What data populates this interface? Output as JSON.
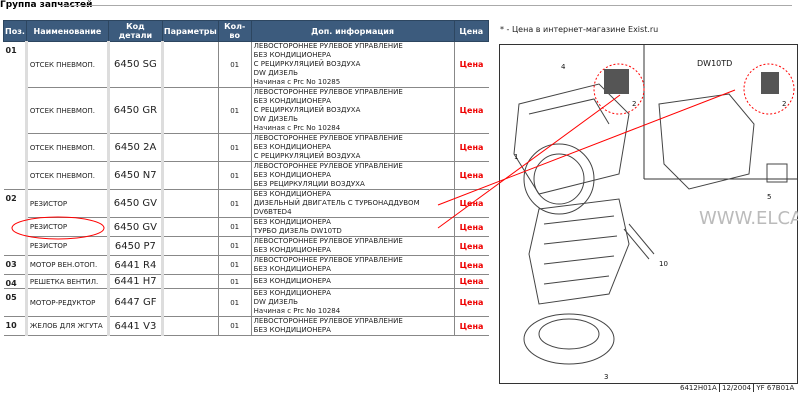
{
  "group_title": "Группа запчастей",
  "headers": [
    "Поз.",
    "Наименование",
    "Код детали",
    "Параметры",
    "Кол-во",
    "Доп. информация",
    "Цена"
  ],
  "rows": [
    {
      "pos": "01",
      "name": "ОТСЕК ПНЕВМОП.",
      "code": "6450 SG",
      "params": "",
      "qty": "01",
      "info": [
        "ЛЕВОСТОРОННЕЕ РУЛЕВОЕ УПРАВЛЕНИЕ",
        "БЕЗ КОНДИЦИОНЕРА",
        "С РЕЦИРКУЛЯЦИЕЙ ВОЗДУХА",
        "DW ДИЗЕЛЬ",
        "Начиная с Prc No 10285"
      ],
      "price": "Цена"
    },
    {
      "pos": "",
      "name": "ОТСЕК ПНЕВМОП.",
      "code": "6450 GR",
      "params": "",
      "qty": "01",
      "info": [
        "ЛЕВОСТОРОННЕЕ РУЛЕВОЕ УПРАВЛЕНИЕ",
        "БЕЗ КОНДИЦИОНЕРА",
        "С РЕЦИРКУЛЯЦИЕЙ ВОЗДУХА",
        "DW ДИЗЕЛЬ",
        "Начиная с Prc No 10284"
      ],
      "price": "Цена"
    },
    {
      "pos": "",
      "name": "ОТСЕК ПНЕВМОП.",
      "code": "6450 2A",
      "params": "",
      "qty": "01",
      "info": [
        "ЛЕВОСТОРОННЕЕ РУЛЕВОЕ УПРАВЛЕНИЕ",
        "БЕЗ КОНДИЦИОНЕРА",
        "С РЕЦИРКУЛЯЦИЕЙ ВОЗДУХА"
      ],
      "price": "Цена"
    },
    {
      "pos": "",
      "name": "ОТСЕК ПНЕВМОП.",
      "code": "6450 N7",
      "params": "",
      "qty": "01",
      "info": [
        "ЛЕВОСТОРОННЕЕ РУЛЕВОЕ УПРАВЛЕНИЕ",
        "БЕЗ КОНДИЦИОНЕРА",
        "БЕЗ РЕЦИРКУЛЯЦИИ ВОЗДУХА"
      ],
      "price": "Цена"
    },
    {
      "pos": "02",
      "name": "РЕЗИСТОР",
      "code": "6450 GV",
      "params": "",
      "qty": "01",
      "info": [
        "БЕЗ КОНДИЦИОНЕРА",
        "ДИЗЕЛЬНЫЙ ДВИГАТЕЛЬ С ТУРБОНАДДУВОМ DV6BTED4"
      ],
      "price": "Цена"
    },
    {
      "pos": "",
      "name": "РЕЗИСТОР",
      "code": "6450 GV",
      "params": "",
      "qty": "01",
      "info": [
        "БЕЗ КОНДИЦИОНЕРА",
        "ТУРБО ДИЗЕЛЬ DW10TD"
      ],
      "price": "Цена"
    },
    {
      "pos": "",
      "name": "РЕЗИСТОР",
      "code": "6450 P7",
      "params": "",
      "qty": "01",
      "info": [
        "ЛЕВОСТОРОННЕЕ РУЛЕВОЕ УПРАВЛЕНИЕ",
        "БЕЗ КОНДИЦИОНЕРА"
      ],
      "price": "Цена"
    },
    {
      "pos": "03",
      "name": "МОТОР ВЕН.ОТОП.",
      "code": "6441 R4",
      "params": "",
      "qty": "01",
      "info": [
        "ЛЕВОСТОРОННЕЕ РУЛЕВОЕ УПРАВЛЕНИЕ",
        "БЕЗ КОНДИЦИОНЕРА"
      ],
      "price": "Цена"
    },
    {
      "pos": "04",
      "name": "РЕШЕТКА ВЕНТИЛ.",
      "code": "6441 H7",
      "params": "",
      "qty": "01",
      "info": [
        "БЕЗ КОНДИЦИОНЕРА"
      ],
      "price": "Цена"
    },
    {
      "pos": "05",
      "name": "МОТОР-РЕДУКТОР",
      "code": "6447 GF",
      "params": "",
      "qty": "01",
      "info": [
        "БЕЗ КОНДИЦИОНЕРА",
        "DW ДИЗЕЛЬ",
        "Начиная с Prc No 10284"
      ],
      "price": "Цена"
    },
    {
      "pos": "10",
      "name": "ЖЕЛОБ ДЛЯ ЖГУТА",
      "code": "6441 V3",
      "params": "",
      "qty": "01",
      "info": [
        "ЛЕВОСТОРОННЕЕ РУЛЕВОЕ УПРАВЛЕНИЕ",
        "БЕЗ КОНДИЦИОНЕРА"
      ],
      "price": "Цена"
    }
  ],
  "note": "* - Цена в интернет-магазине Exist.ru",
  "diagram": {
    "engine_label": "DW10TD",
    "watermark": "WWW.ELCATS.RU",
    "callouts": [
      "1",
      "2",
      "2",
      "3",
      "4",
      "5",
      "10"
    ],
    "ref": "6412H01A",
    "date": "12/2004",
    "code": "YF 67B01A"
  },
  "colors": {
    "header": "#3c5b7d",
    "price": "#e00000",
    "annotation": "#ff0000"
  }
}
